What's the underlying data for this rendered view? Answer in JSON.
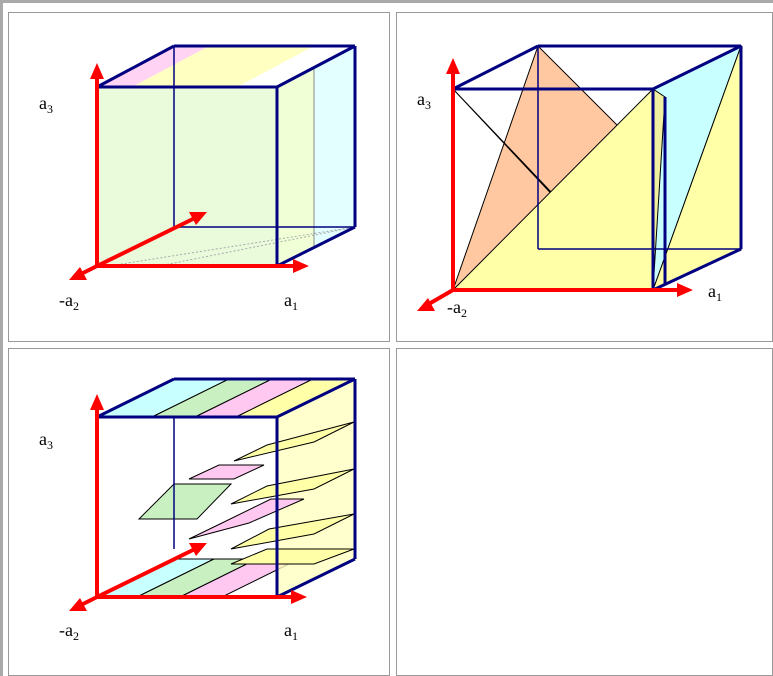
{
  "panels": [
    {
      "id": "panel-1",
      "labels": {
        "a3": "a",
        "a3_sub": "3",
        "a2_neg": "-a",
        "a2_sub": "2",
        "a1": "a",
        "a1_sub": "1"
      }
    },
    {
      "id": "panel-2",
      "labels": {
        "a3": "a",
        "a3_sub": "3",
        "a2_neg": "-a",
        "a2_sub": "2",
        "a1": "a",
        "a1_sub": "1"
      }
    },
    {
      "id": "panel-3",
      "labels": {
        "a3": "a",
        "a3_sub": "3",
        "a2_neg": "-a",
        "a2_sub": "2",
        "a1": "a",
        "a1_sub": "1"
      }
    },
    {
      "id": "panel-4",
      "labels": {}
    }
  ],
  "colors": {
    "axis": "#ff0000",
    "cube_edge": "#000080",
    "pink": "#ffc8f0",
    "yellow": "#ffffa8",
    "green": "#c8f0c0",
    "cyan": "#c8ffff",
    "orange": "#ffc8a0"
  }
}
